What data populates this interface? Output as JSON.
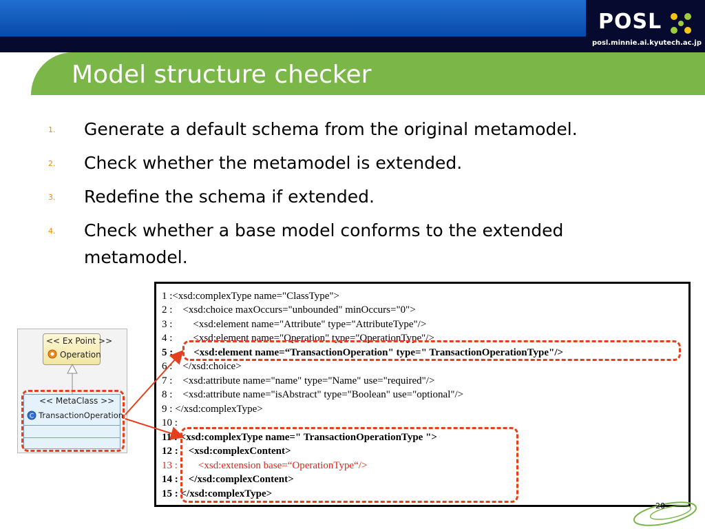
{
  "header": {
    "brand": "POSL",
    "url": "posl.minnie.ai.kyutech.ac.jp",
    "logo_icon": "posl-x-logo-icon"
  },
  "slide": {
    "title": "Model structure checker",
    "page_number": "20"
  },
  "steps": [
    {
      "num": "1.",
      "text": "Generate a default schema from the original metamodel."
    },
    {
      "num": "2.",
      "text": "Check whether the metamodel is extended."
    },
    {
      "num": "3.",
      "text": "Redefine the schema if extended."
    },
    {
      "num": "4.",
      "text": "Check whether a base model conforms to the extended metamodel."
    }
  ],
  "uml": {
    "ex_point_stereotype": "<< Ex Point >>",
    "ex_point_name": "Operation",
    "metaclass_stereotype": "<< MetaClass >>",
    "metaclass_name": "TransactionOperation",
    "ex_point_icon": "orange-circle-icon",
    "class_icon": "blue-circle-icon"
  },
  "code_lines": [
    "1 :<xsd:complexType name=\"ClassType\">",
    "2 :    <xsd:choice maxOccurs=\"unbounded\" minOccurs=\"0\">",
    "3 :        <xsd:element name=\"Attribute\" type=\"AttributeType\"/>",
    "4 :        <xsd:element name=\"Operation\" type=\"OperationType\"/>",
    "5 :        <xsd:element name=“TransactionOperation\" type=\" TransactionOperationType\"/>",
    "6 :    </xsd:choice>",
    "7 :    <xsd:attribute name=\"name\" type=\"Name\" use=\"required\"/>",
    "8 :    <xsd:attribute name=\"isAbstract\" type=\"Boolean\" use=\"optional\"/>",
    "9 : </xsd:complexType>",
    "10 :",
    "11 : <xsd:complexType name=\" TransactionOperationType \">",
    "12 :    <xsd:complexContent>",
    "13 :        <xsd:extension base=“OperationType“/>",
    "14 :    </xsd:complexContent>",
    "15 : </xsd:complexType>"
  ],
  "colors": {
    "header_blue": "#1f6fd1",
    "header_dark": "#050a2e",
    "title_green": "#7ab648",
    "highlight_red": "#e5401d",
    "list_number": "#f08c00"
  }
}
